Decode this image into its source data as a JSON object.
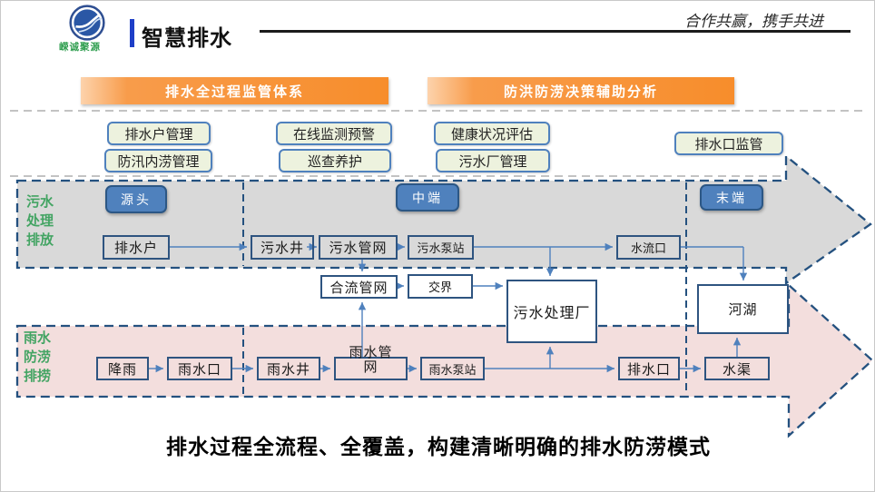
{
  "header": {
    "logo_text": "嵘诚聚源",
    "title": "智慧排水",
    "slogan": "合作共赢，携手共进"
  },
  "banners": [
    {
      "label": "排水全过程监管体系"
    },
    {
      "label": "防洪防涝决策辅助分析"
    }
  ],
  "functions": [
    "排水户管理",
    "防汛内涝管理",
    "在线监测预警",
    "巡查养护",
    "健康状况评估",
    "污水厂管理",
    "排水口监管"
  ],
  "stages": [
    "源头",
    "中端",
    "末端"
  ],
  "lanes": [
    {
      "label": "污水\n处理\n排放"
    },
    {
      "label": "雨水\n防涝\n排捞"
    }
  ],
  "flow": {
    "sewage": [
      "排水户",
      "污水井",
      "污水管网",
      "污水泵站",
      "水流口"
    ],
    "mixed": [
      "合流管网",
      "交界"
    ],
    "plant": "污水处理厂",
    "river": "河湖",
    "rain": [
      "降雨",
      "雨水口",
      "雨水井",
      "雨水管\n网",
      "雨水泵站",
      "排水口",
      "水渠"
    ]
  },
  "caption": "排水过程全流程、全覆盖，构建清晰明确的排水防涝模式",
  "colors": {
    "banner_orange": "#F79646",
    "stage_blue": "#4F81BD",
    "lane_gray_fill": "#D9D9D9",
    "lane_pink_fill": "#F3DEDD",
    "dashed_border_navy": "#24517F",
    "lane_label_green": "#43A463",
    "function_box_fill": "#EDF2DE",
    "title_bar_blue": "#1E3FC8"
  }
}
